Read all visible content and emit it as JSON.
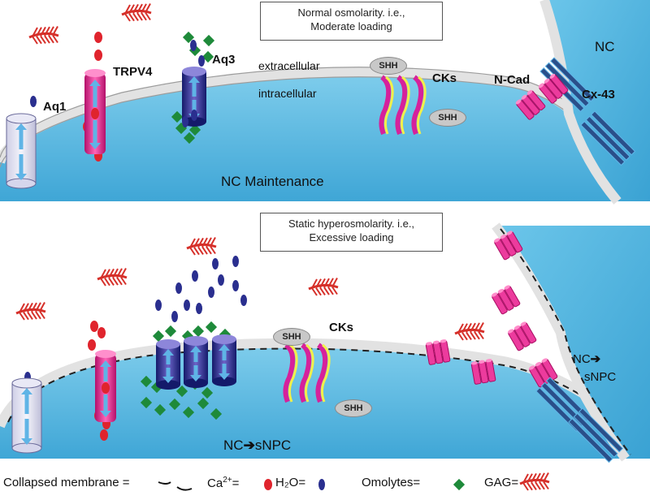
{
  "top_panel": {
    "box_line1": "Normal osmolarity. i.e.,",
    "box_line2": "Moderate loading",
    "nc_label": "NC",
    "aq1": "Aq1",
    "trpv4": "TRPV4",
    "aq3": "Aq3",
    "extracellular": "extracellular",
    "intracellular": "intracellular",
    "shh_a": "SHH",
    "shh_b": "SHH",
    "cks": "CKs",
    "ncad": "N-Cad",
    "cx43": "Cx-43",
    "caption": "NC Maintenance"
  },
  "bottom_panel": {
    "box_line1": "Static hyperosmolarity. i.e.,",
    "box_line2": "Excessive loading",
    "shh_a": "SHH",
    "shh_b": "SHH",
    "cks": "CKs",
    "caption_from": "NC",
    "caption_to": "sNPC",
    "right_from": "NC",
    "right_to": "sNPC"
  },
  "legend": {
    "collapsed": "Collapsed membrane =",
    "calcium_base": "Ca",
    "calcium_sup": "2+",
    "calcium_eq": "=",
    "water": "H₂O=",
    "omolytes": "Omolytes=",
    "gag": "GAG="
  },
  "colors": {
    "cell_fill": "#55b8df",
    "membrane": "#d9d9d9",
    "ion_channel": "#e8308a",
    "aquaporin": "#1f2580",
    "water_molecule": "#2a2f8f",
    "calcium": "#e0242d",
    "omolyte": "#1e8a3a",
    "gag": "#d6302a",
    "cytokine_yellow": "#f2ef4a"
  }
}
